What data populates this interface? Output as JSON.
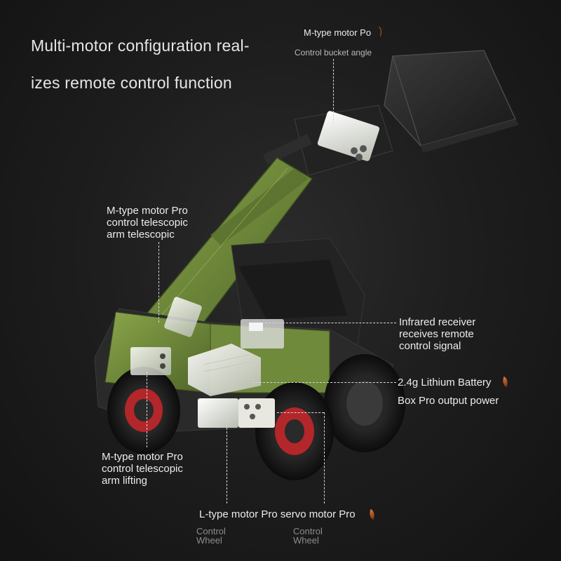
{
  "headline": {
    "line1": "Multi-motor configuration real-",
    "line2": "izes remote control function"
  },
  "callouts": {
    "bucket_motor": {
      "title": "M-type motor Po",
      "subtitle": "Control bucket angle"
    },
    "telescopic_motor": {
      "line1": "M-type motor Pro",
      "line2": "control telescopic",
      "line3": "arm telescopic"
    },
    "ir_receiver": {
      "line1": "Infrared receiver",
      "line2": "receives remote",
      "line3": "control signal"
    },
    "battery": {
      "line1": "2.4g Lithium Battery",
      "line2": "Box Pro output power"
    },
    "lifting_motor": {
      "line1": "M-type motor Pro",
      "line2": "control telescopic",
      "line3": "arm lifting"
    },
    "wheel_motors": {
      "label": "L-type motor Pro servo motor Pro"
    },
    "wheel_left": {
      "line1": "Control",
      "line2": "Wheel"
    },
    "wheel_right": {
      "line1": "Control",
      "line2": "Wheel"
    }
  },
  "colors": {
    "background": "#1e1e1e",
    "body_green": "#6f8a3a",
    "tire": "#151515",
    "rim_red": "#b3262a",
    "motor_white": "#e9ebe4",
    "leaf_accent": "#c85a24"
  }
}
